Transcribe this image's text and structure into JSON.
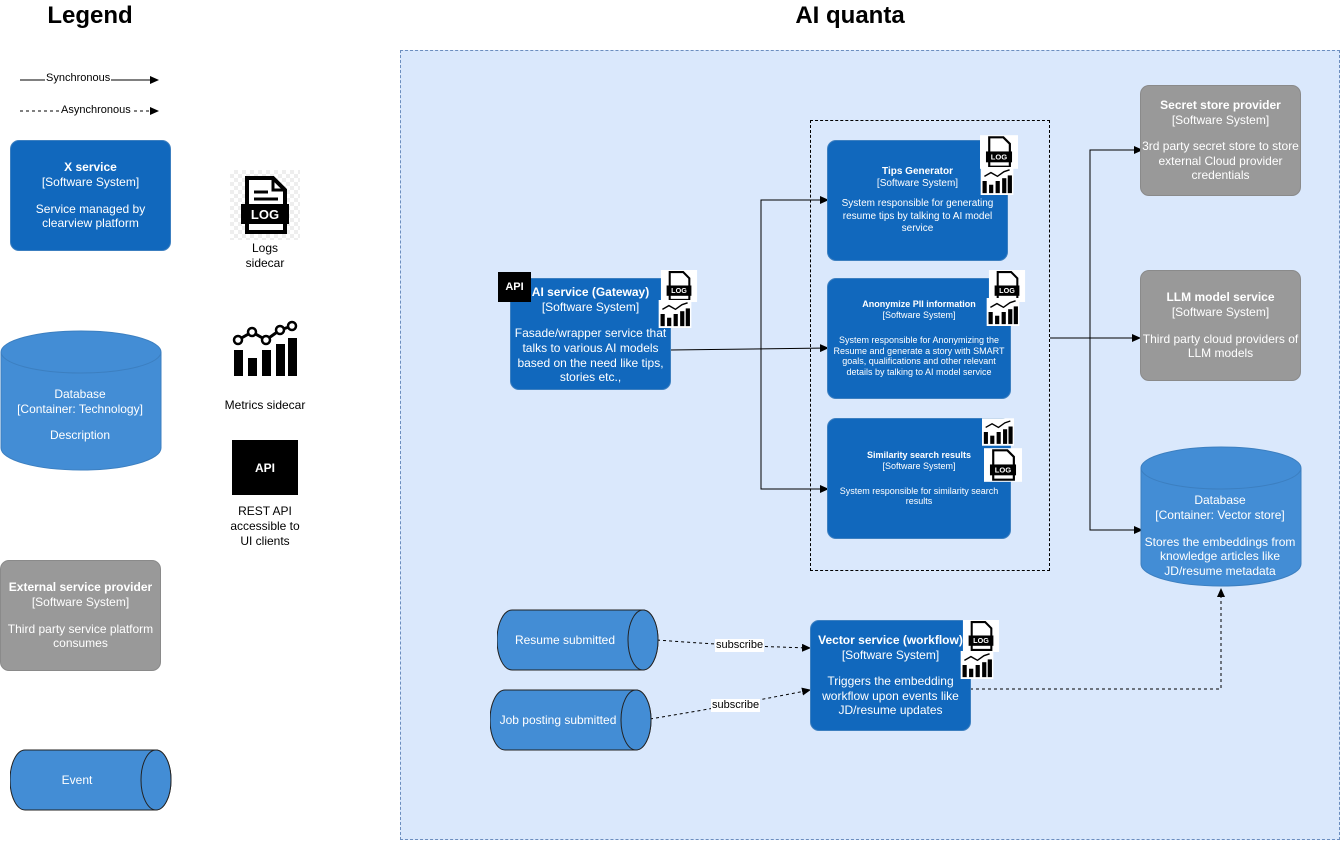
{
  "legend": {
    "title": "Legend",
    "synchronous_label": "Synchronous",
    "asynchronous_label": "Asynchronous",
    "x_service": {
      "title": "X service",
      "type": "[Software System]",
      "description": "Service managed by clearview platform"
    },
    "database": {
      "title": "Database",
      "type": "[Container: Technology]",
      "description": "Description"
    },
    "external": {
      "title": "External service provider",
      "type": "[Software System]",
      "description": "Third party service platform consumes"
    },
    "event_label": "Event",
    "logs_caption": "Logs sidecar",
    "metrics_caption": "Metrics sidecar",
    "api_badge": "API",
    "api_caption": "REST API accessible to UI clients"
  },
  "diagram": {
    "title": "AI quanta",
    "gateway": {
      "badge": "API",
      "title": "AI service (Gateway)",
      "type": "[Software System]",
      "description": "Fasade/wrapper service that talks to various AI models based on the need like tips, stories etc.,"
    },
    "tips": {
      "title": "Tips Generator",
      "type": "[Software System]",
      "description": "System responsible for generating resume tips by talking to AI model service"
    },
    "anonymize": {
      "title": "Anonymize PII information",
      "type": "[Software System]",
      "description": "System responsible for Anonymizing the Resume and generate a story with SMART goals, qualifications and other relevant details by talking to AI model service"
    },
    "similarity": {
      "title": "Similarity search results",
      "type": "[Software System]",
      "description": "System responsible for similarity search results"
    },
    "secret_store": {
      "title": "Secret store provider",
      "type": "[Software System]",
      "description": "3rd party secret store to store external Cloud provider credentials"
    },
    "llm": {
      "title": "LLM model service",
      "type": "[Software System]",
      "description": "Third party cloud providers of LLM models"
    },
    "database": {
      "title": "Database",
      "type": "[Container: Vector store]",
      "description": "Stores the embeddings from knowledge articles like JD/resume metadata"
    },
    "vector_service": {
      "title": "Vector service (workflow)",
      "type": "[Software System]",
      "description": "Triggers the embedding workflow upon events like JD/resume updates"
    },
    "resume_event": "Resume submitted",
    "job_event": "Job posting submitted",
    "subscribe_label_1": "subscribe",
    "subscribe_label_2": "subscribe",
    "log_icon_text": "LOG"
  },
  "colors": {
    "container_blue": "#1168bd",
    "database_blue": "#438dd5",
    "external_grey": "#999999",
    "group_fill": "#dae8fc",
    "group_border": "#6c8ebf"
  },
  "icons": [
    "log-file-icon",
    "metrics-chart-icon",
    "api-badge-icon",
    "arrowhead-icon"
  ]
}
